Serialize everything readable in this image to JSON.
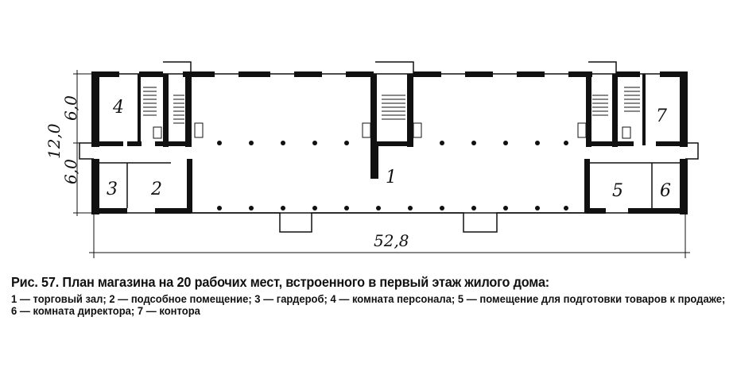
{
  "figure": {
    "room_labels": {
      "r1": "1",
      "r2": "2",
      "r3": "3",
      "r4": "4",
      "r5": "5",
      "r6": "6",
      "r7": "7"
    },
    "dimensions": {
      "total_width": "52,8",
      "total_depth": "12,0",
      "upper_depth": "6,0",
      "lower_depth": "6,0"
    },
    "caption_title": "Рис. 57. План магазина на 20 рабочих мест, встроенного в первый этаж жилого дома:",
    "caption_legend": "1 — торговый зал; 2 — подсобное помещение; 3 — гардероб; 4 — комната персонала; 5 — помещение для подготовки товаров к продаже; 6 — комната директора; 7 — контора"
  }
}
